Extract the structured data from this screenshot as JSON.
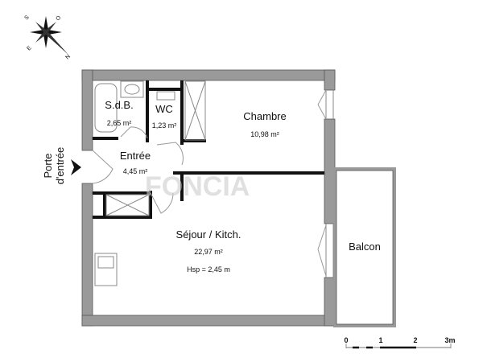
{
  "compass": {
    "labels": {
      "south": "S",
      "west": "O",
      "east": "E",
      "north": "N"
    }
  },
  "entrance": {
    "label_line1": "Porte",
    "label_line2": "d'entrée"
  },
  "rooms": [
    {
      "id": "sdb",
      "name": "S.d.B.",
      "area": "2,65 m²"
    },
    {
      "id": "wc",
      "name": "WC",
      "area": "1,23 m²"
    },
    {
      "id": "chambre",
      "name": "Chambre",
      "area": "10,98 m²"
    },
    {
      "id": "entree",
      "name": "Entrée",
      "area": "4,45 m²"
    },
    {
      "id": "sejour",
      "name": "Séjour / Kitch.",
      "area": "22,97 m²",
      "extra": "Hsp = 2,45 m"
    },
    {
      "id": "balcon",
      "name": "Balcon"
    }
  ],
  "scale": {
    "ticks": [
      "0",
      "1",
      "2",
      "3m"
    ]
  },
  "watermark": "FONCIA",
  "colors": {
    "wall": "#9a9a9a",
    "line": "#111111"
  }
}
